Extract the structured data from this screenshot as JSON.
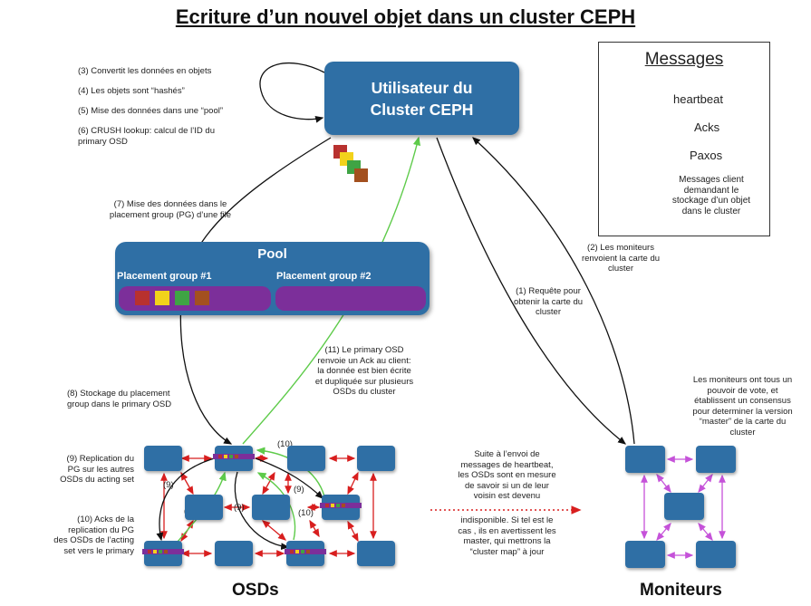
{
  "title": "Ecriture d’un nouvel objet dans un cluster CEPH",
  "user_box": {
    "line1": "Utilisateur du",
    "line2": "Cluster CEPH"
  },
  "steps": {
    "s3": "(3) Convertit les données en objets",
    "s4": "(4) Les objets sont “hashés”",
    "s5": "(5) Mise des données dans une “pool”",
    "s6_l1": "(6) CRUSH lookup: calcul de l’ID du",
    "s6_l2": "primary OSD",
    "s7_l1": "(7) Mise des données dans le",
    "s7_l2": "placement group  (PG) d’une file",
    "s8_l1": "(8) Stockage du placement",
    "s8_l2": "group dans le primary OSD",
    "s9_l1": "(9) Replication du",
    "s9_l2": "PG sur les autres",
    "s9_l3": "OSDs du acting set",
    "s10_l1": "(10) Acks de la",
    "s10_l2": "replication du PG",
    "s10_l3": "des OSDs de l’acting",
    "s10_l4": "set vers le primary",
    "s11_l1": "(11) Le primary OSD",
    "s11_l2": "renvoie un Ack au client:",
    "s11_l3": "la donnée est bien écrite",
    "s11_l4": "et dupliquée sur plusieurs",
    "s11_l5": "OSDs du cluster",
    "s1_l1": "(1) Requête pour",
    "s1_l2": "obtenir la carte du",
    "s1_l3": "cluster",
    "s2_l1": "(2) Les moniteurs",
    "s2_l2": "renvoient la carte du",
    "s2_l3": "cluster"
  },
  "small_labels": {
    "n9": "(9)",
    "n10": "(10)"
  },
  "pool": {
    "title": "Pool",
    "pg1": "Placement group #1",
    "pg2": "Placement group #2"
  },
  "legend": {
    "title": "Messages",
    "heartbeat": "heartbeat",
    "acks": "Acks",
    "paxos": "Paxos",
    "client_l1": "Messages client",
    "client_l2": "demandant le",
    "client_l3": "stockage d’un objet",
    "client_l4": "dans le cluster"
  },
  "monitors_note": {
    "l1": "Les moniteurs ont tous un",
    "l2": "pouvoir de vote, et",
    "l3": "établissent un consensus",
    "l4": "pour determiner la version",
    "l5": "“master” de la carte du",
    "l6": "cluster"
  },
  "heartbeat_note": {
    "l1": "Suite à l’envoi de",
    "l2": "messages de heartbeat,",
    "l3": "les OSDs sont en mesure",
    "l4": "de savoir si un de leur",
    "l5": "voisin est devenu",
    "l6": "indisponible. Si tel est le",
    "l7": "cas , ils en avertissent les",
    "l8": "master, qui mettrons la",
    "l9": "“cluster map” à jour"
  },
  "osds_label": "OSDs",
  "monitors_label": "Moniteurs",
  "colors": {
    "box_blue": "#2f6fa5",
    "pg_purple": "#7c2f9a",
    "heartbeat": "#d81e1e",
    "ack": "#5ecb4a",
    "paxos": "#c552d9",
    "client": "#111111",
    "obj_red": "#b8312f",
    "obj_yellow": "#f2d21b",
    "obj_green": "#3fa444",
    "obj_brown": "#a3501f"
  }
}
